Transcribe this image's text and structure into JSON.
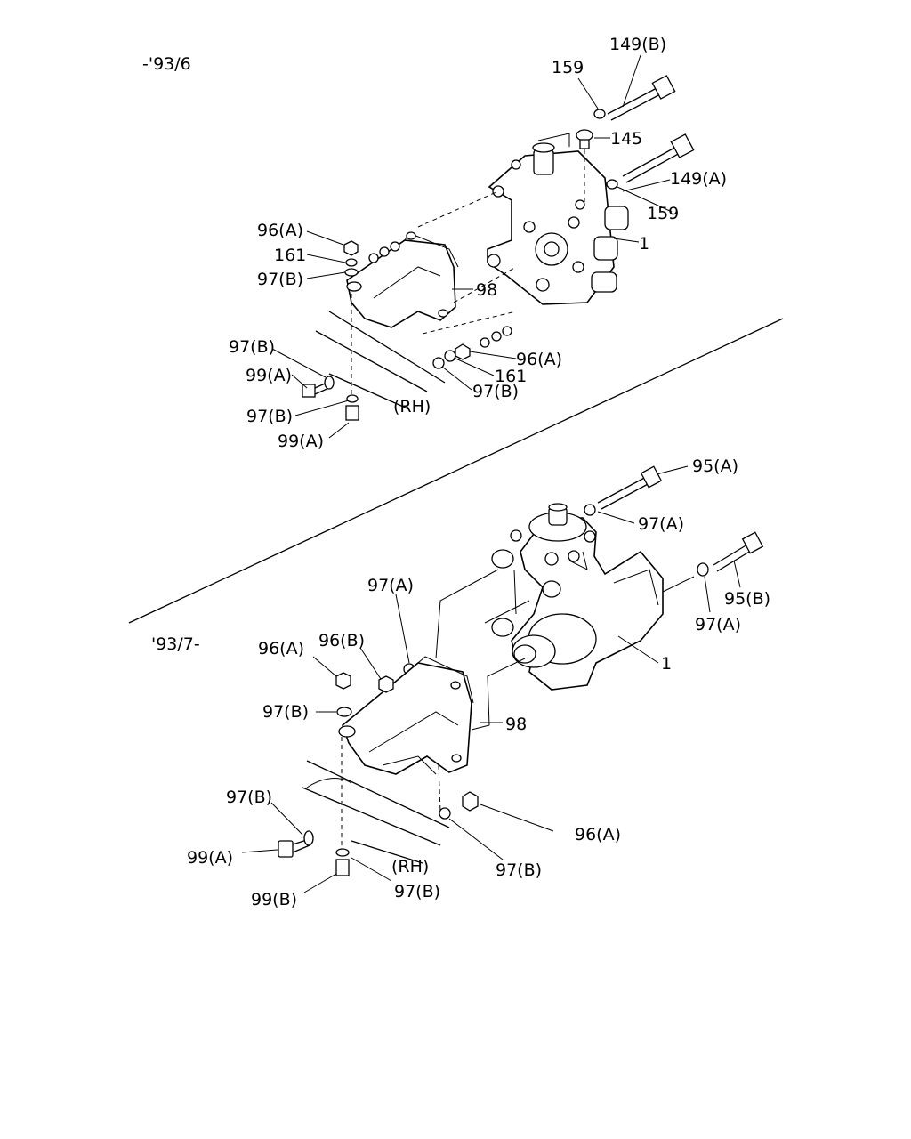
{
  "sections": {
    "top_title": "-'93/6",
    "bottom_title": "'93/7-"
  },
  "top_labels": {
    "l149b": "149(B)",
    "l159a": "159",
    "l145": "145",
    "l149a": "149(A)",
    "l159b": "159",
    "l1": "1",
    "l96a_1": "96(A)",
    "l161_1": "161",
    "l97b_1": "97(B)",
    "l98": "98",
    "l96a_2": "96(A)",
    "l161_2": "161",
    "l97b_2": "97(B)",
    "l97b_3": "97(B)",
    "l99a_1": "99(A)",
    "l97b_4": "97(B)",
    "lrh": "(RH)",
    "l99a_2": "99(A)"
  },
  "bottom_labels": {
    "l95a": "95(A)",
    "l97a_1": "97(A)",
    "l95b": "95(B)",
    "l97a_2": "97(A)",
    "l97a_3": "97(A)",
    "l1": "1",
    "l96a_1": "96(A)",
    "l96b": "96(B)",
    "l97b_1": "97(B)",
    "l98": "98",
    "l97b_2": "97(B)",
    "l99a": "99(A)",
    "lrh": "(RH)",
    "l97b_3": "97(B)",
    "l97b_4": "97(B)",
    "l96a_2": "96(A)",
    "l99b": "99(B)"
  }
}
